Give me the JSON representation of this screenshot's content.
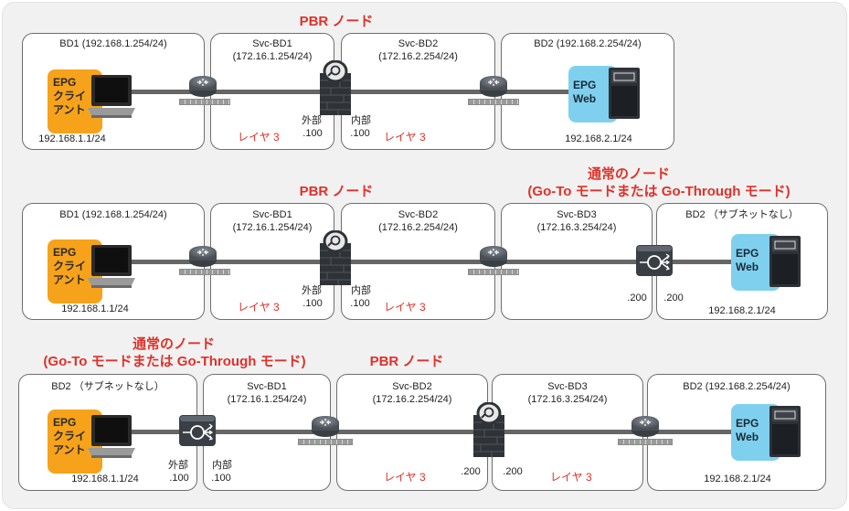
{
  "row1": {
    "pbr_title": "PBR ノード",
    "bd1": {
      "label": "BD1 (192.168.1.254/24)",
      "ip": "192.168.1.1/24",
      "epg": "EPG",
      "epg_line2": "クライ",
      "epg_line3": "アント"
    },
    "svc1": {
      "name": "Svc-BD1",
      "subnet": "(172.16.1.254/24)",
      "ext": "外部",
      "ext_ip": ".100",
      "layer": "レイヤ 3"
    },
    "svc2": {
      "name": "Svc-BD2",
      "subnet": "(172.16.2.254/24)",
      "int": "内部",
      "int_ip": ".100",
      "layer": "レイヤ 3"
    },
    "bd2": {
      "label": "BD2 (192.168.2.254/24)",
      "ip": "192.168.2.1/24",
      "epg": "EPG",
      "epg_line2": "Web"
    }
  },
  "row2": {
    "pbr_title": "PBR ノード",
    "normal_title": "通常のノード",
    "normal_sub": "(Go-To モードまたは Go-Through モード)",
    "bd1": {
      "label": "BD1 (192.168.1.254/24)",
      "ip": "192.168.1.1/24",
      "epg": "EPG",
      "epg_line2": "クライ",
      "epg_line3": "アント"
    },
    "svc1": {
      "name": "Svc-BD1",
      "subnet": "(172.16.1.254/24)",
      "ext": "外部",
      "ext_ip": ".100",
      "layer": "レイヤ 3"
    },
    "svc2": {
      "name": "Svc-BD2",
      "subnet": "(172.16.2.254/24)",
      "int": "内部",
      "int_ip": ".100",
      "layer": "レイヤ 3"
    },
    "svc3": {
      "name": "Svc-BD3",
      "subnet": "(172.16.3.254/24)",
      "ip": ".200"
    },
    "bd2": {
      "label": "BD2 （サブネットなし）",
      "ip": "192.168.2.1/24",
      "lb_ip": ".200",
      "epg": "EPG",
      "epg_line2": "Web"
    }
  },
  "row3": {
    "normal_title": "通常のノード",
    "normal_sub": "(Go-To モードまたは Go-Through モード)",
    "pbr_title": "PBR ノード",
    "bd2l": {
      "label": "BD2 （サブネットなし）",
      "ip": "192.168.1.1/24",
      "ext": "外部",
      "ext_ip": ".100",
      "epg": "EPG",
      "epg_line2": "クライ",
      "epg_line3": "アント"
    },
    "svc1": {
      "name": "Svc-BD1",
      "subnet": "(172.16.1.254/24)",
      "int": "内部",
      "int_ip": ".100"
    },
    "svc2": {
      "name": "Svc-BD2",
      "subnet": "(172.16.2.254/24)",
      "ip": ".200",
      "layer": "レイヤ 3"
    },
    "svc3": {
      "name": "Svc-BD3",
      "subnet": "(172.16.3.254/24)",
      "ip": ".200",
      "layer": "レイヤ 3"
    },
    "bd2": {
      "label": "BD2 (192.168.2.254/24)",
      "ip": "192.168.2.1/24",
      "epg": "EPG",
      "epg_line2": "Web"
    }
  },
  "colors": {
    "accent_red": "#e0312a",
    "client_orange": "#f6a21a",
    "web_blue": "#7fd0ee",
    "device_dark": "#3a3f45"
  }
}
